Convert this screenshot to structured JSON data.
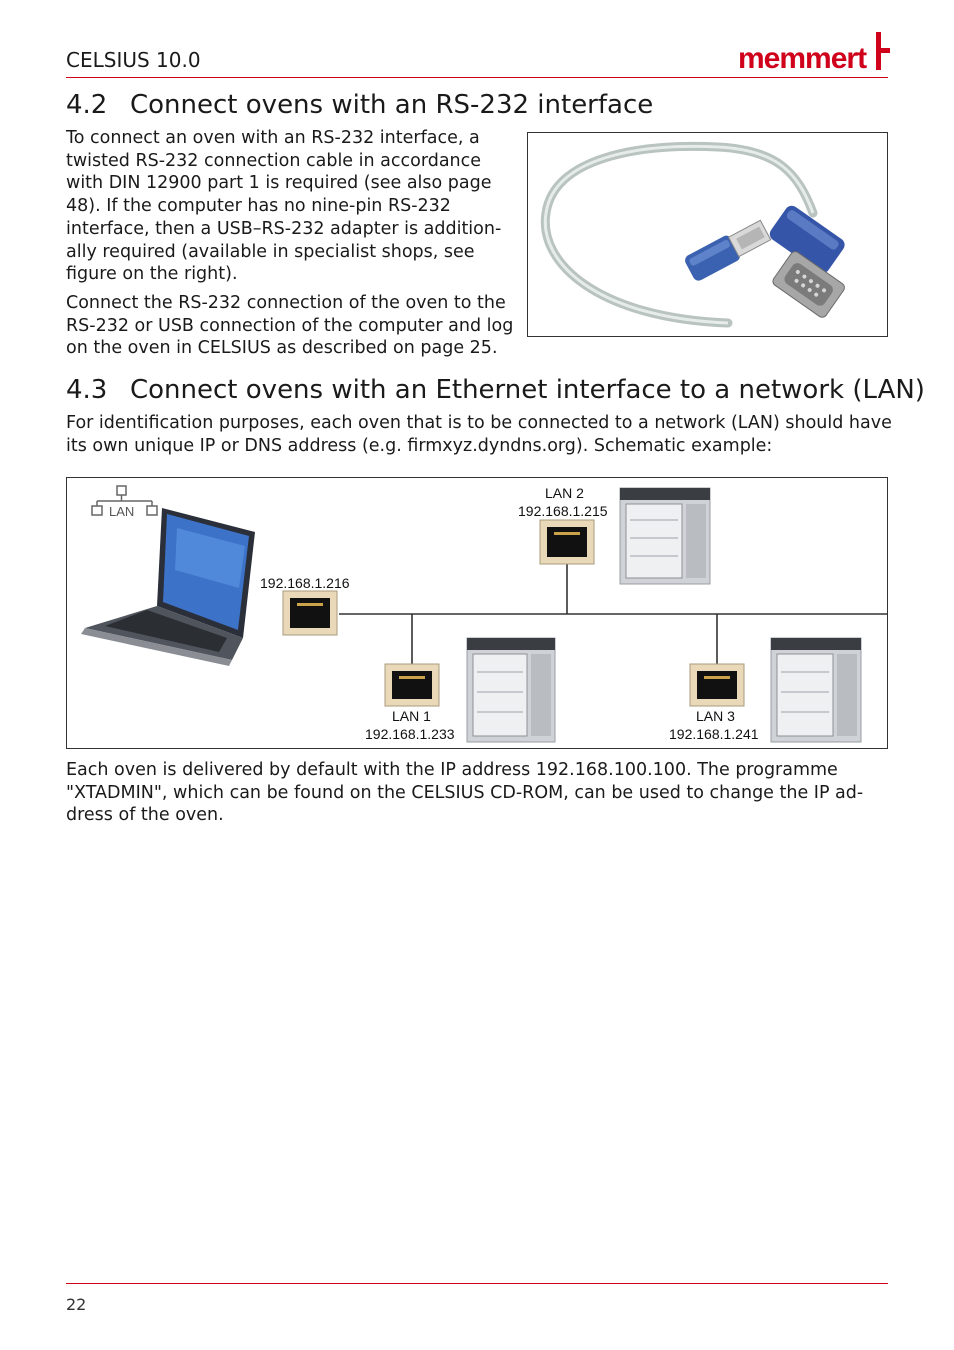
{
  "header": {
    "doc_title": "CELSIUS 10.0",
    "logo_text": "memmert",
    "brand_color": "#d0021b"
  },
  "section_4_2": {
    "number": "4.2",
    "title": "Connect ovens with an RS-232 interface",
    "para1_lines": [
      "To connect an oven with an RS-232 interface, a",
      "twisted RS-232 connection cable in accordance",
      "with DIN 12900 part 1 is required (see also page",
      "48). If the computer has no nine-pin RS-232",
      "interface, then a USB–RS-232 adapter is addition-",
      "ally required (available in specialist shops, see",
      "figure on the right)."
    ],
    "para2_lines": [
      "Connect the RS-232 connection of the oven to the",
      "RS-232 or USB connection of the computer and log",
      "on the oven in CELSIUS as described on page 25."
    ]
  },
  "section_4_3": {
    "number": "4.3",
    "title": "Connect ovens with an Ethernet interface to a network (LAN)",
    "intro_lines": [
      "For identification purposes, each oven that is to be connected to a network (LAN) should have",
      "its own unique IP or DNS address (e.g. firmxyz.dyndns.org). Schematic example:"
    ],
    "diagram": {
      "lan_legend": "LAN",
      "laptop_ip": "192.168.1.216",
      "nodes": [
        {
          "name": "LAN 2",
          "ip": "192.168.1.215"
        },
        {
          "name": "LAN 1",
          "ip": "192.168.1.233"
        },
        {
          "name": "LAN 3",
          "ip": "192.168.1.241"
        }
      ]
    },
    "outro_lines": [
      "Each oven is delivered by default with the IP address 192.168.100.100. The programme",
      "\"XTADMIN\", which can be found on the CELSIUS CD-ROM, can be used to change the IP ad-",
      "dress of the oven."
    ]
  },
  "footer": {
    "page_number": "22"
  }
}
